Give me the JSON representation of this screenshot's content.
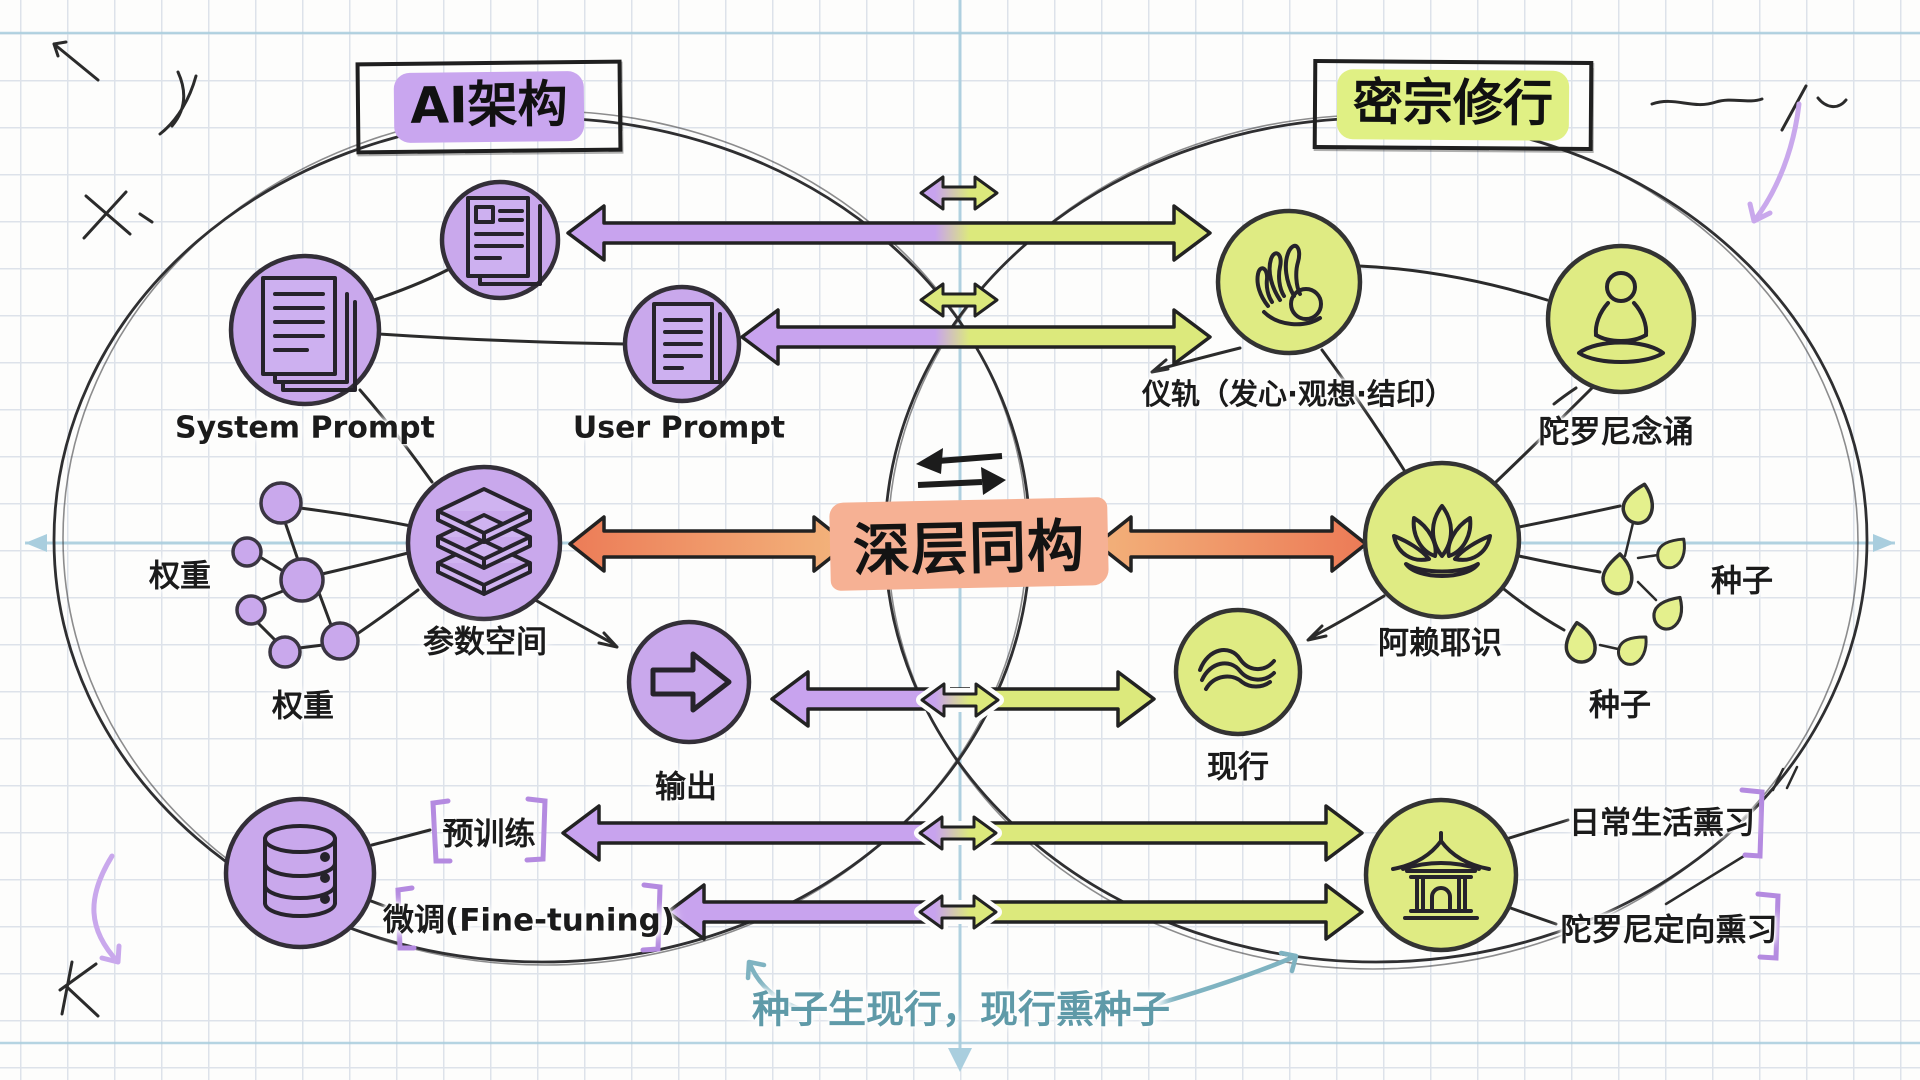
{
  "titles": {
    "ai": "AI架构",
    "practice": "密宗修行"
  },
  "center": {
    "label": "深层同构"
  },
  "annotation": {
    "text": "种子生现行，现行熏种子"
  },
  "ai_side": {
    "system_prompt": "System Prompt",
    "user_prompt": "User Prompt",
    "weights_upper": "权重",
    "weights_lower": "权重",
    "parameter_space": "参数空间",
    "output": "输出",
    "pretraining": "预训练",
    "finetuning": "微调(Fine-tuning)"
  },
  "practice_side": {
    "ritual": "仪轨（发心·观想·结印）",
    "dharani_chanting": "陀罗尼念诵",
    "alaya": "阿赖耶识",
    "seeds_right": "种子",
    "seeds_lower": "种子",
    "manifestation": "现行",
    "daily_life": "日常生活熏习",
    "dharani_directed": "陀罗尼定向熏习"
  },
  "icons": {
    "ai": [
      "document-form-icon",
      "document-stack-icon",
      "document-icon",
      "network-nodes-icon",
      "layer-stack-icon",
      "output-arrow-icon",
      "database-icon"
    ],
    "practice": [
      "mudra-hand-icon",
      "meditator-icon",
      "lotus-icon",
      "wave-icon",
      "temple-icon",
      "seed-icon"
    ]
  },
  "colors": {
    "ai_purple": "#c9a6ee",
    "practice_green": "#dfeb83",
    "isomorphism_salmon": "#f6b194",
    "orange_arrow": "#ec7a56",
    "annotation_teal": "#5f9aa8",
    "bracket_purple": "#b48ae0",
    "axis_blue": "#a9cede",
    "ink": "#26232b"
  }
}
